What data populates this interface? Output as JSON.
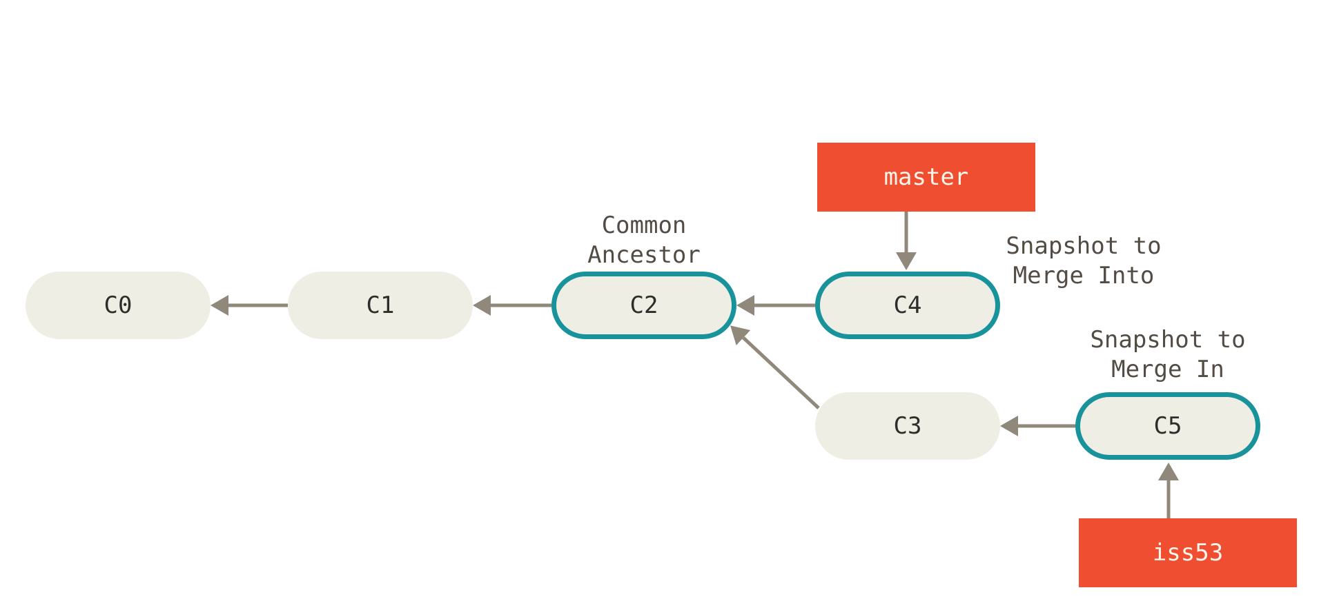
{
  "colors": {
    "background": "#ffffff",
    "node_fill": "#efeee5",
    "node_text": "#2d2d2a",
    "highlight_border": "#18939b",
    "branch_fill": "#f04e31",
    "branch_text": "#faf6ec",
    "arrow": "#8f887b",
    "annotation_text": "#524c45"
  },
  "nodes": [
    {
      "id": "C0",
      "label": "C0",
      "highlighted": false
    },
    {
      "id": "C1",
      "label": "C1",
      "highlighted": false
    },
    {
      "id": "C2",
      "label": "C2",
      "highlighted": true
    },
    {
      "id": "C3",
      "label": "C3",
      "highlighted": false
    },
    {
      "id": "C4",
      "label": "C4",
      "highlighted": true
    },
    {
      "id": "C5",
      "label": "C5",
      "highlighted": true
    }
  ],
  "branch_labels": [
    {
      "id": "master",
      "label": "master"
    },
    {
      "id": "iss53",
      "label": "iss53"
    }
  ],
  "annotations": [
    {
      "id": "common-ancestor",
      "line1": "Common",
      "line2": "Ancestor",
      "target": "C2"
    },
    {
      "id": "snapshot-merge-into",
      "line1": "Snapshot to",
      "line2": "Merge Into",
      "target": "C4"
    },
    {
      "id": "snapshot-merge-in",
      "line1": "Snapshot to",
      "line2": "Merge In",
      "target": "C5"
    }
  ],
  "edges": [
    {
      "from": "C1",
      "to": "C0"
    },
    {
      "from": "C2",
      "to": "C1"
    },
    {
      "from": "C4",
      "to": "C2"
    },
    {
      "from": "C3",
      "to": "C2"
    },
    {
      "from": "C5",
      "to": "C3"
    },
    {
      "from": "master",
      "to": "C4"
    },
    {
      "from": "iss53",
      "to": "C5"
    }
  ]
}
